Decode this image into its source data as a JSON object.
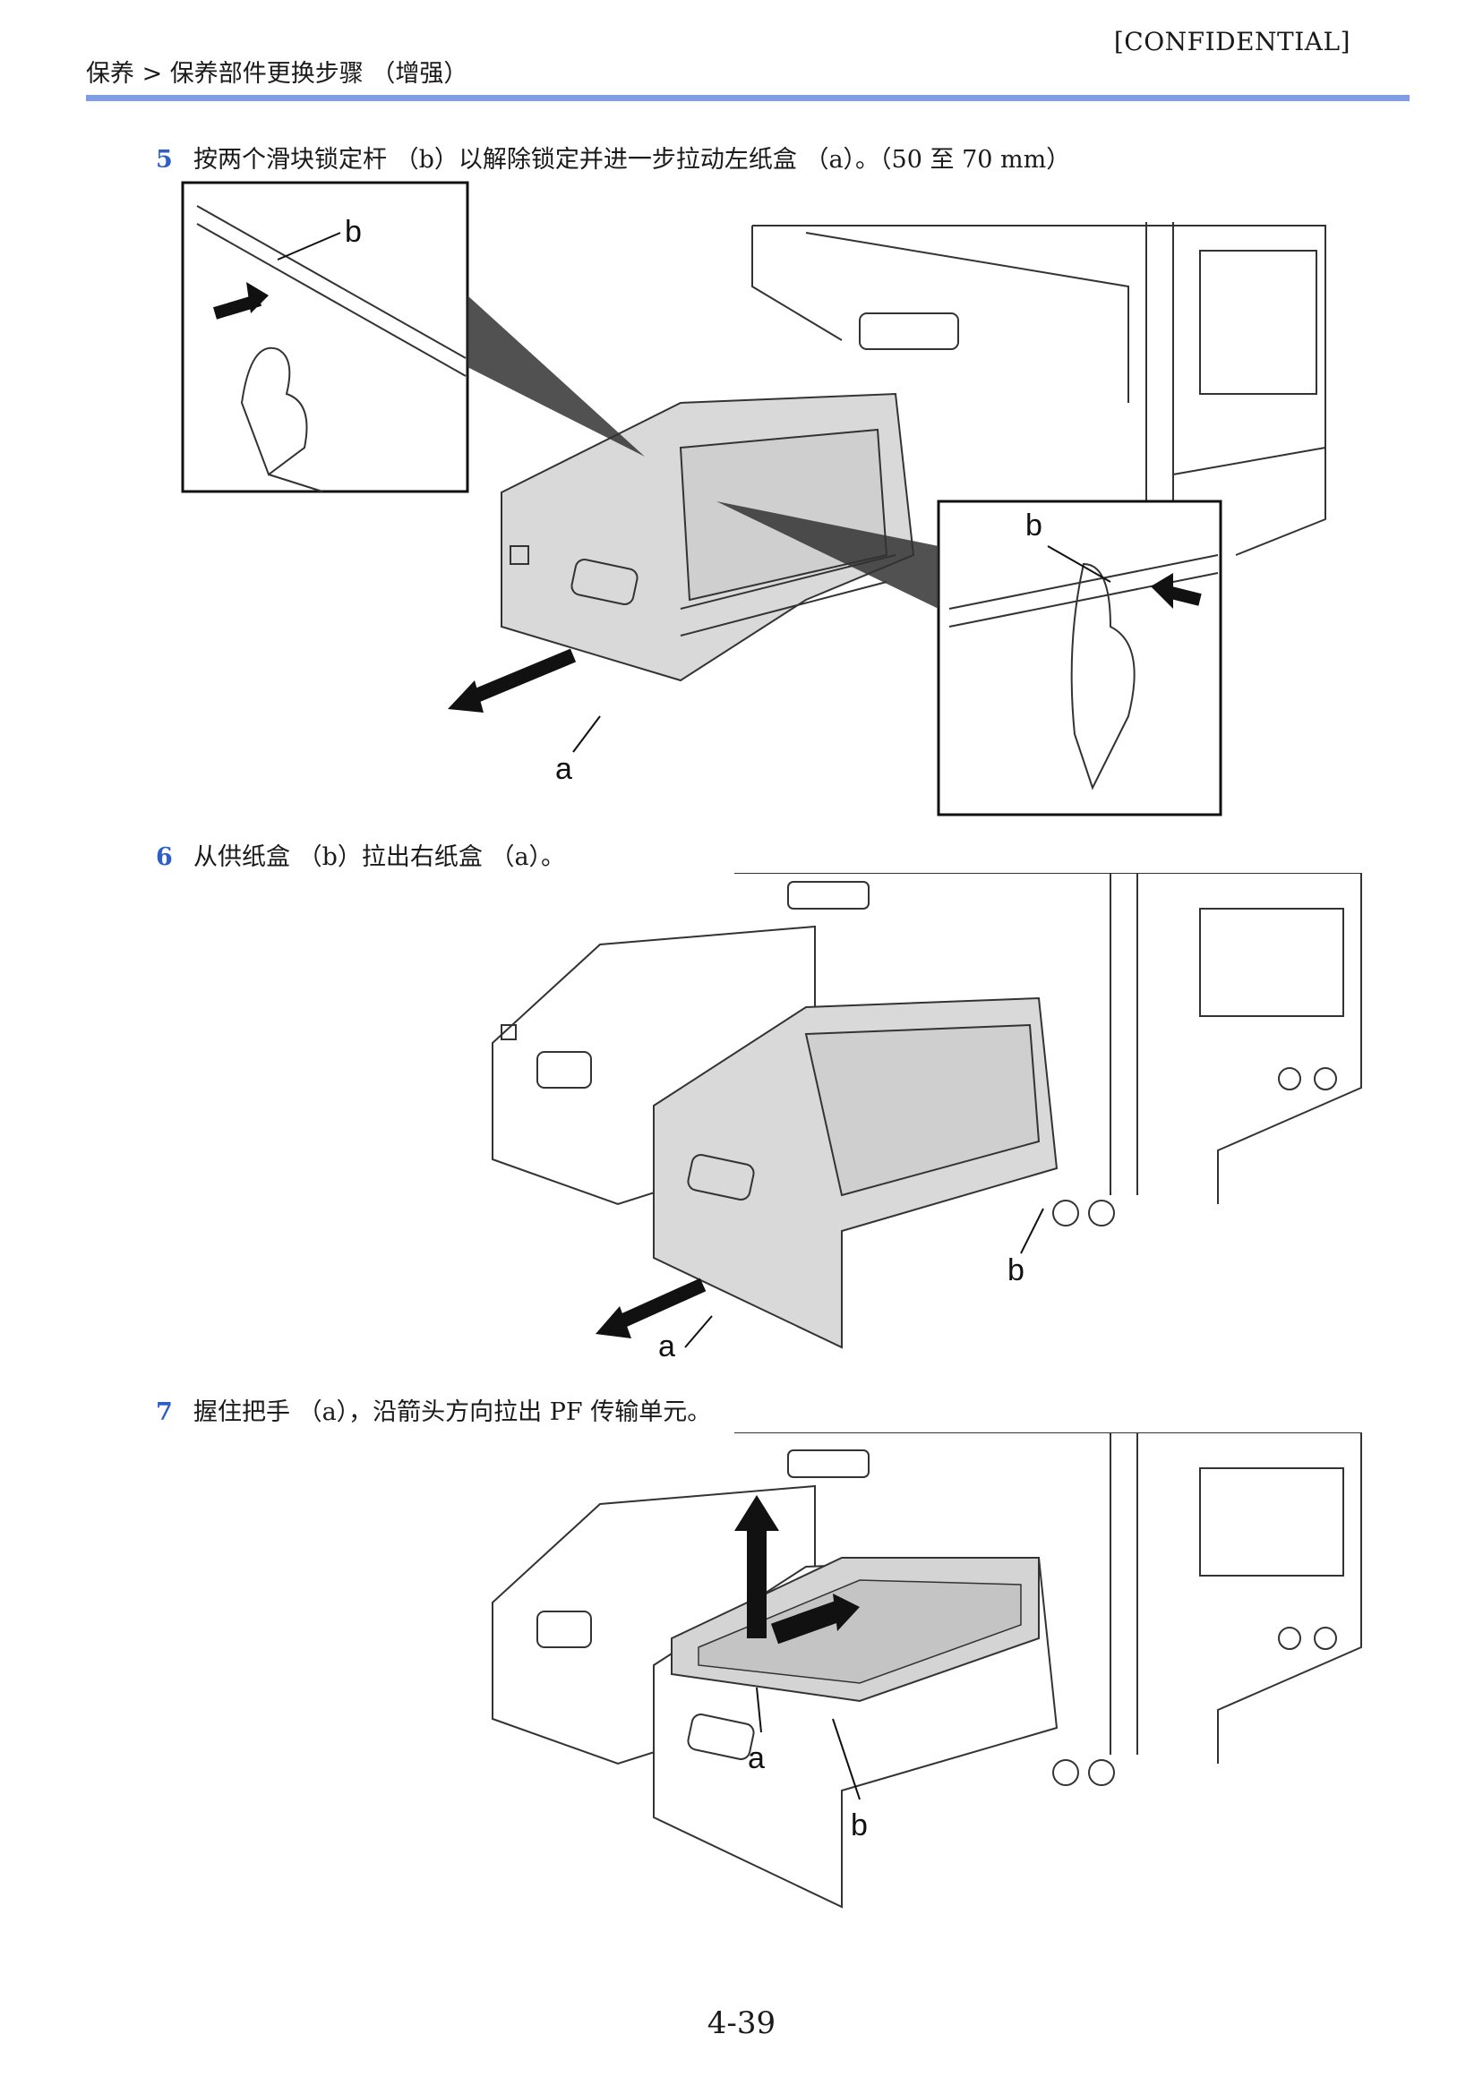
{
  "header": {
    "confidential": "[CONFIDENTIAL]",
    "breadcrumb": "保养 > 保养部件更换步骤 （增强）"
  },
  "steps": [
    {
      "number": "5",
      "text": "按两个滑块锁定杆 （b）以解除锁定并进一步拉动左纸盒 （a）。（50 至 70 mm）",
      "labels": {
        "a": "a",
        "b": "b",
        "b_detail_left": "b",
        "b_detail_right": "b"
      }
    },
    {
      "number": "6",
      "text": "从供纸盒 （b）拉出右纸盒 （a）。",
      "labels": {
        "a": "a",
        "b": "b"
      }
    },
    {
      "number": "7",
      "text": "握住把手 （a），沿箭头方向拉出 PF 传输单元。",
      "labels": {
        "a": "a",
        "b": "b"
      }
    }
  ],
  "page_number": "4-39"
}
